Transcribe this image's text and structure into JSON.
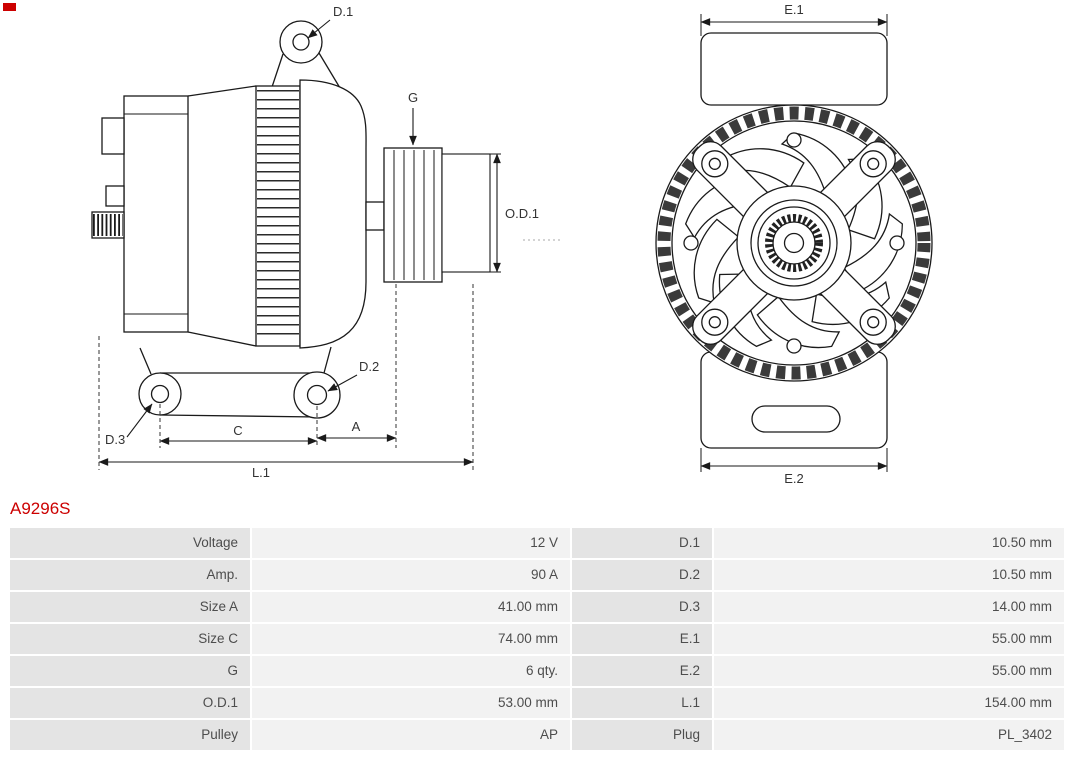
{
  "part_number": "A9296S",
  "colors": {
    "accent_red": "#cc0000",
    "cell_label_bg": "#e4e4e4",
    "cell_value_bg": "#f2f2f2",
    "cell_text": "#4d4d4d"
  },
  "diagram": {
    "labels": {
      "d1": "D.1",
      "g": "G",
      "od1": "O.D.1",
      "d2": "D.2",
      "d3": "D.3",
      "c": "C",
      "a": "A",
      "l1": "L.1",
      "e1": "E.1",
      "e2": "E.2"
    }
  },
  "table": {
    "rows": [
      [
        "Voltage",
        "12 V",
        "D.1",
        "10.50 mm"
      ],
      [
        "Amp.",
        "90 A",
        "D.2",
        "10.50 mm"
      ],
      [
        "Size A",
        "41.00 mm",
        "D.3",
        "14.00 mm"
      ],
      [
        "Size C",
        "74.00 mm",
        "E.1",
        "55.00 mm"
      ],
      [
        "G",
        "6 qty.",
        "E.2",
        "55.00 mm"
      ],
      [
        "O.D.1",
        "53.00 mm",
        "L.1",
        "154.00 mm"
      ],
      [
        "Pulley",
        "AP",
        "Plug",
        "PL_3402"
      ]
    ]
  }
}
